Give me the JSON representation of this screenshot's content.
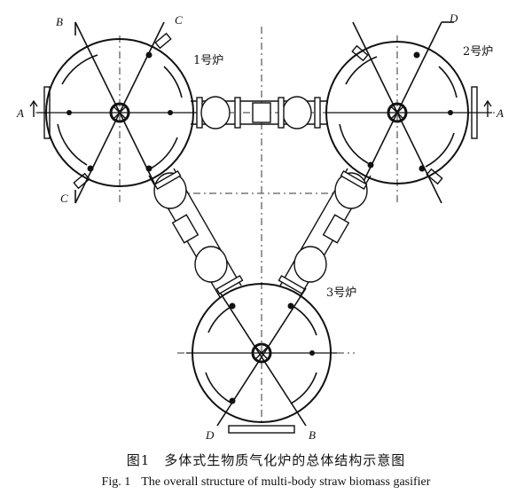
{
  "labels": {
    "furnace1": "1号炉",
    "furnace2": "2号炉",
    "furnace3": "3号炉",
    "A_left": "A",
    "A_right": "A",
    "B_top": "B",
    "C_top": "C",
    "D_top": "D",
    "C_bottom": "C",
    "D_bottom": "D",
    "B_bottom": "B"
  },
  "caption": {
    "cn": "图1　多体式生物质气化炉的总体结构示意图",
    "en_num": "Fig. 1",
    "en_text": "The overall structure of multi-body straw biomass gasifier"
  },
  "icons": {
    "hub": "hub-circle-icon",
    "bolt": "bolt-marker-icon"
  }
}
